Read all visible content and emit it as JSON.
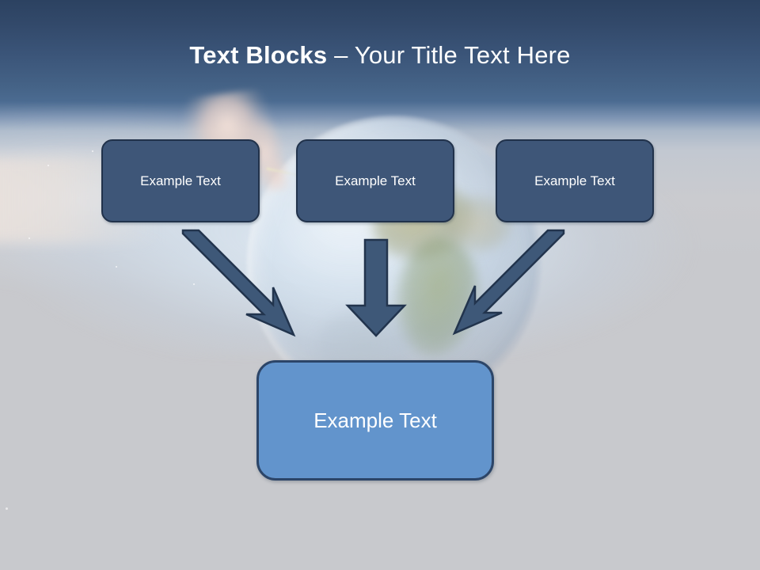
{
  "slide": {
    "title": {
      "bold_part": "Text Blocks",
      "separator": " – ",
      "regular_part": "Your Title Text Here",
      "full": "Text Blocks – Your Title Text Here"
    },
    "background": {
      "header_gradient_top": "#2C4261",
      "header_gradient_bottom": "#4B6B91",
      "body_color": "#C8C9CD",
      "imagery": "blurred-earth-globe-with-hand-holding-stylus"
    },
    "top_boxes": [
      {
        "label": "Example Text",
        "fill": "#3E5678",
        "border": "#21324B",
        "text_color": "#FFFFFF"
      },
      {
        "label": "Example Text",
        "fill": "#3E5678",
        "border": "#21324B",
        "text_color": "#FFFFFF"
      },
      {
        "label": "Example Text",
        "fill": "#3E5678",
        "border": "#21324B",
        "text_color": "#FFFFFF"
      }
    ],
    "bottom_box": {
      "label": "Example Text",
      "fill": "#6294CC",
      "border": "#2C4568",
      "text_color": "#FFFFFF"
    },
    "arrows": [
      {
        "name": "arrow-left-diagonal",
        "direction": "down-right",
        "fill": "#3E5878",
        "border": "#22344D"
      },
      {
        "name": "arrow-middle-vertical",
        "direction": "down",
        "fill": "#3E5878",
        "border": "#22344D"
      },
      {
        "name": "arrow-right-diagonal",
        "direction": "down-left",
        "fill": "#3E5878",
        "border": "#22344D"
      }
    ]
  }
}
